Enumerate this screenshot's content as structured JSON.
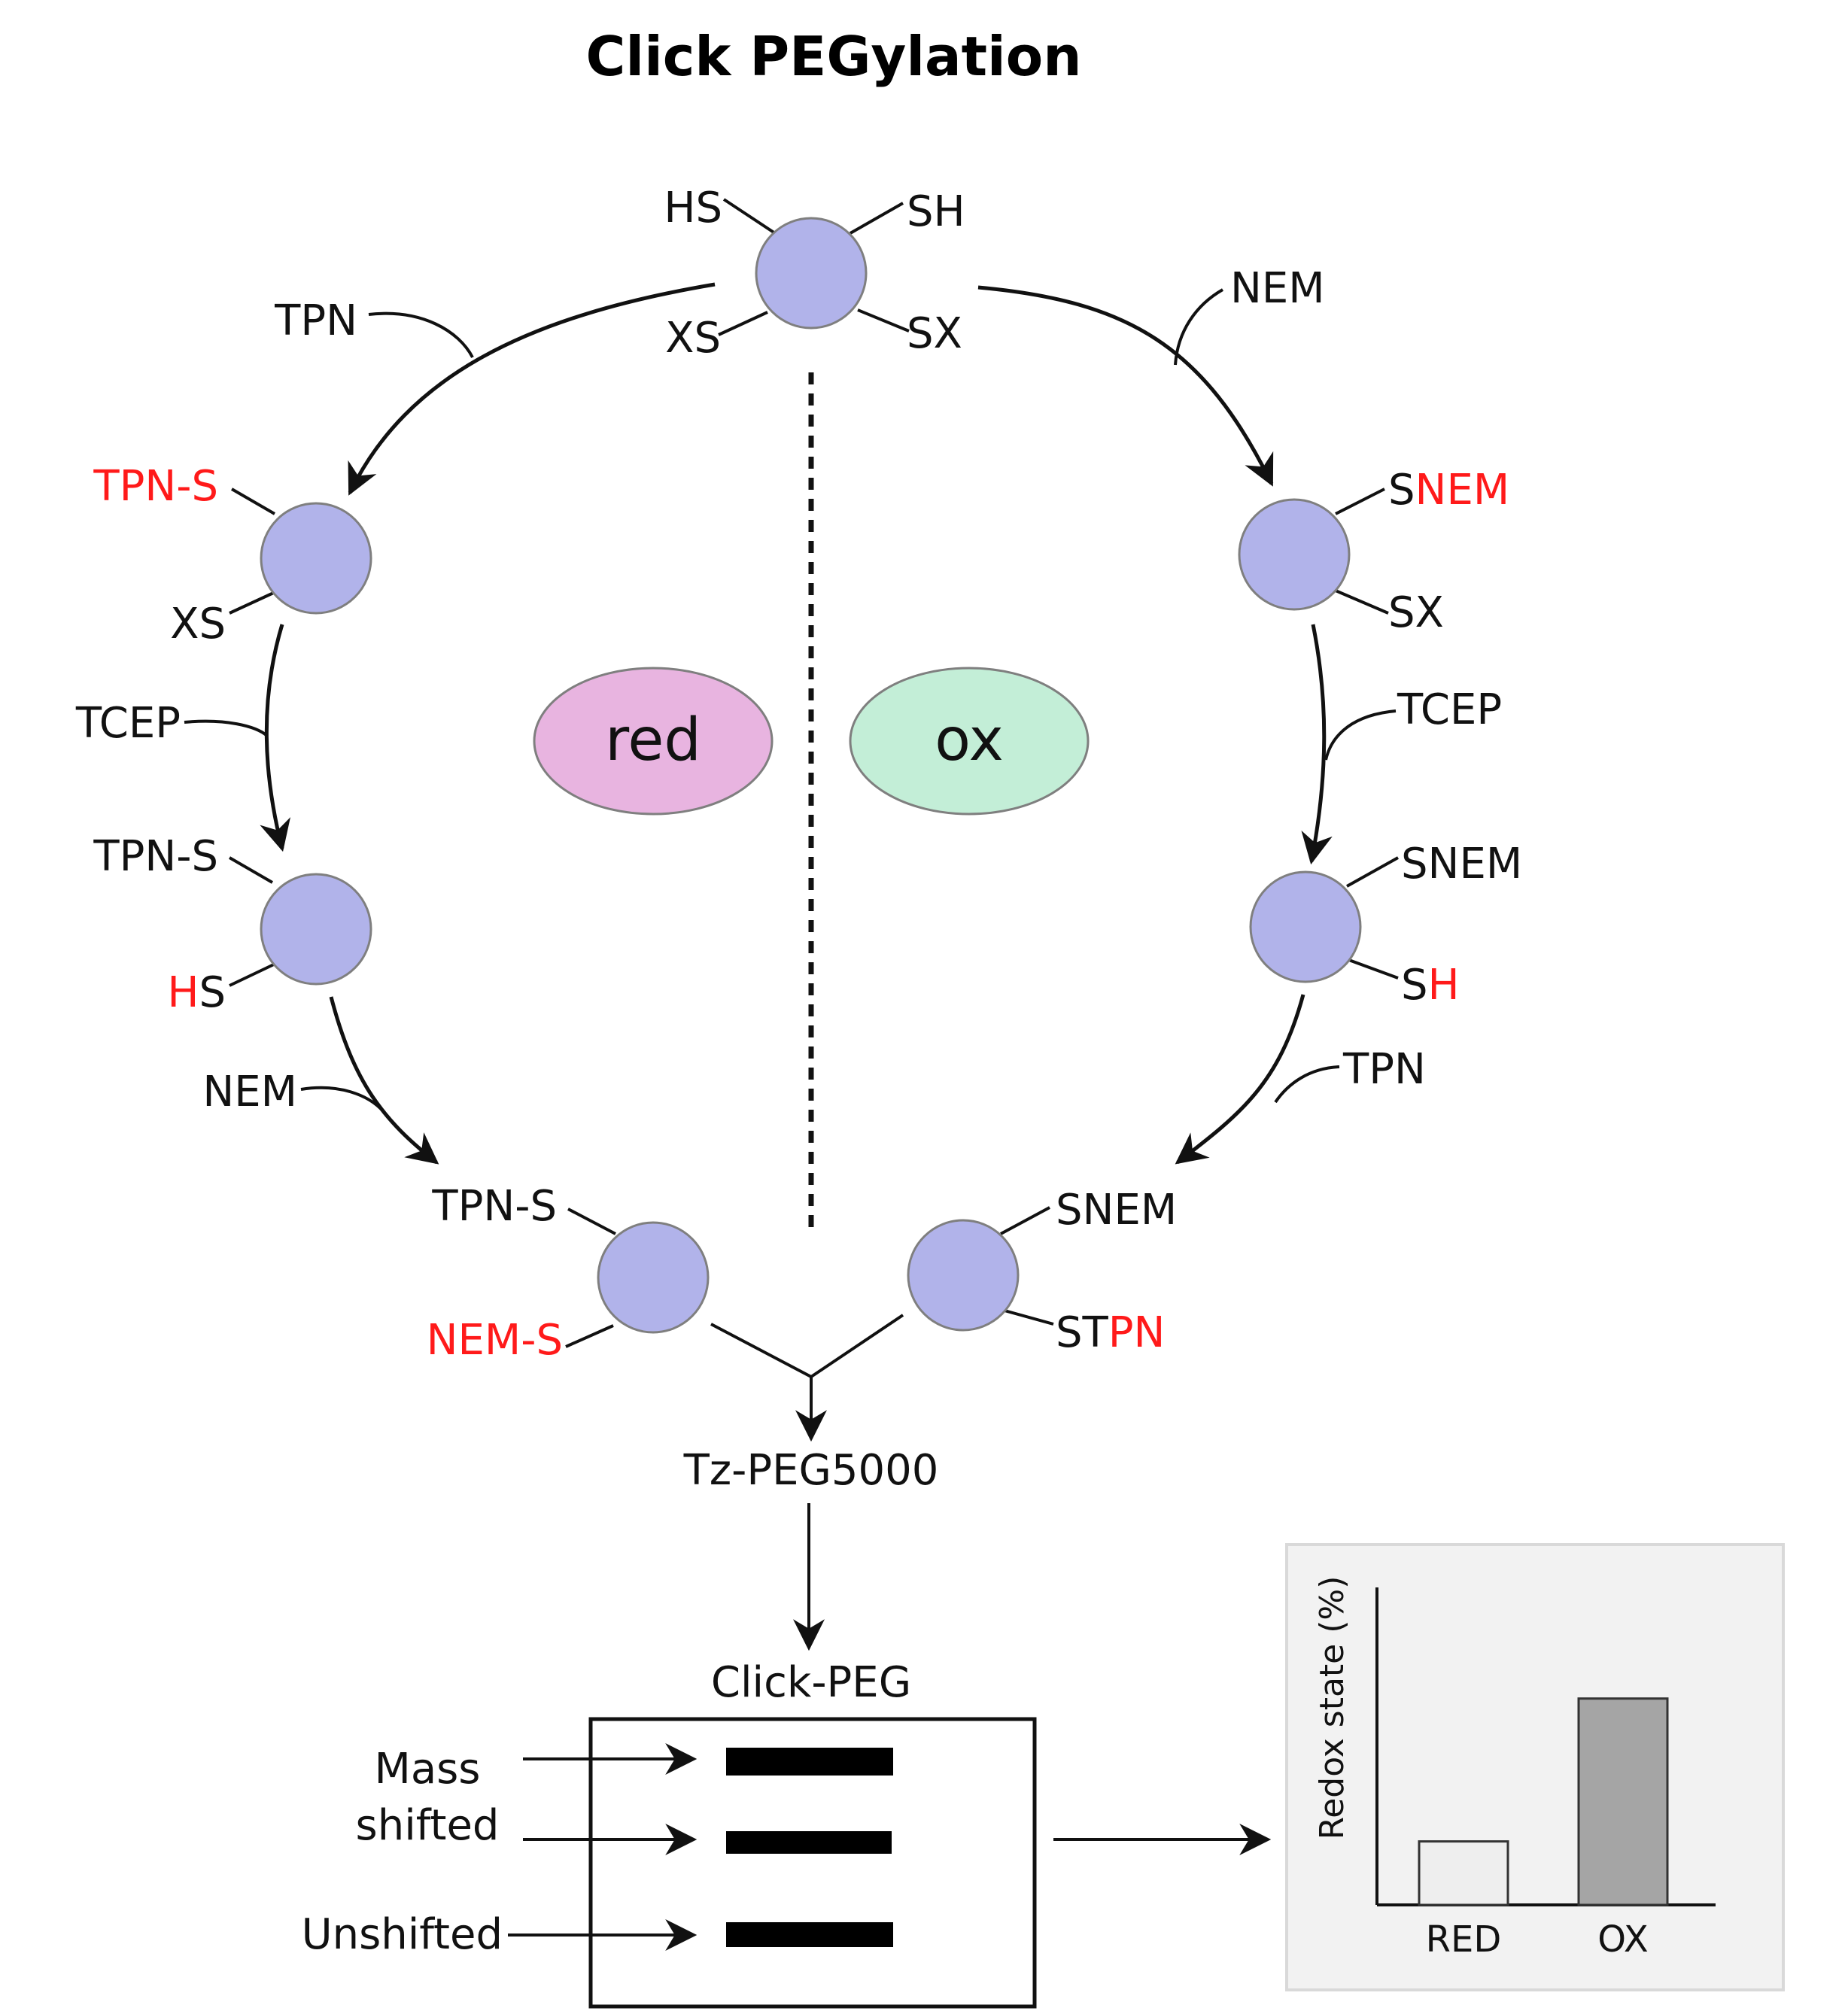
{
  "title": "Click PEGylation",
  "colors": {
    "protein": "#b1b3ea",
    "red_oval": "#e8b4e0",
    "ox_oval": "#c3eed7",
    "highlight": "#ff1a1a",
    "bar_red": "#eeeeee",
    "bar_ox": "#a5a5a5",
    "panel_bg": "#f2f2f2"
  },
  "top_protein": {
    "labels": [
      "HS",
      "SH",
      "XS",
      "SX"
    ]
  },
  "reagents": {
    "tpn_left": "TPN",
    "nem_right": "NEM",
    "tcep_left": "TCEP",
    "tcep_right": "TCEP",
    "nem_left": "NEM",
    "tpn_right": "TPN"
  },
  "left_path": {
    "step1": {
      "upper": "TPN-S",
      "lower": "XS"
    },
    "step2": {
      "upper": "TPN-S",
      "lower_red": "H",
      "lower_black": "S"
    },
    "step3": {
      "upper": "TPN-S",
      "lower": "NEM-S"
    }
  },
  "right_path": {
    "step1": {
      "upper_black": "S",
      "upper_red": "NEM",
      "lower": "SX"
    },
    "step2": {
      "upper": "SNEM",
      "lower_black": "S",
      "lower_red": "H"
    },
    "step3": {
      "upper": "SNEM",
      "lower_black": "ST",
      "lower_red": "PN"
    }
  },
  "states": {
    "red": "red",
    "ox": "ox"
  },
  "merge_reagent": "Tz-PEG5000",
  "gel": {
    "title": "Click-PEG",
    "label_mass_line1": "Mass",
    "label_mass_line2": "shifted",
    "label_unshifted": "Unshifted"
  },
  "chart_data": {
    "type": "bar",
    "categories": [
      "RED",
      "OX"
    ],
    "values": [
      20,
      65
    ],
    "ylabel": "Redox state (%)",
    "ylim": [
      0,
      100
    ],
    "grid": false
  }
}
